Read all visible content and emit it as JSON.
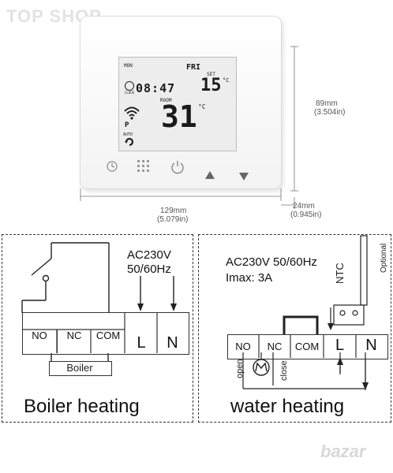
{
  "watermark_top": "TOP SHOP",
  "watermark_bottom": "bazar",
  "device": {
    "lcd": {
      "mon": "MON",
      "day": "FRI",
      "set_label": "SET",
      "set_temp": "15",
      "set_unit": "°C",
      "clock_label": "CLOCK",
      "clock": "08:47",
      "room_label": "ROOM",
      "room_temp": "31",
      "room_unit": "°C",
      "auto_label": "AUTO",
      "p_label": "P"
    },
    "dimensions": {
      "height_mm": "89mm",
      "height_in": "(3.504in)",
      "width_mm": "129mm",
      "width_in": "(5.079in)",
      "depth_mm": "24mm",
      "depth_in": "(0.945in)"
    }
  },
  "boiler": {
    "power": "AC230V",
    "freq": "50/60Hz",
    "terminals": [
      "NO",
      "NC",
      "COM",
      "L",
      "N"
    ],
    "boiler_label": "Boiler",
    "caption": "Boiler heating"
  },
  "water": {
    "power": "AC230V 50/60Hz",
    "imax": "Imax: 3A",
    "ntc": "NTC",
    "optional": "Optional",
    "terminals": [
      "NO",
      "NC",
      "COM",
      "L",
      "N"
    ],
    "motor": "M",
    "open": "open",
    "close": "close",
    "caption": "water heating"
  }
}
